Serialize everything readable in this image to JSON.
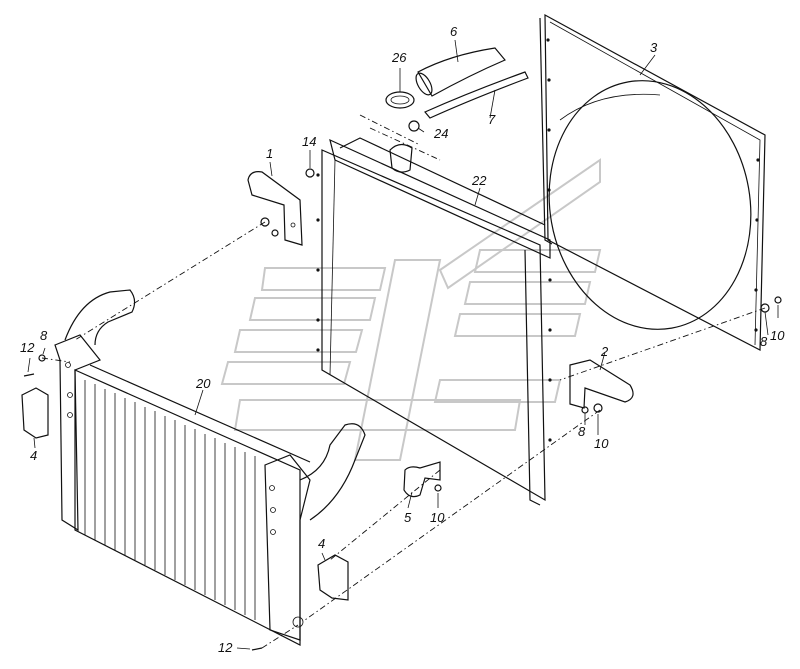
{
  "callouts": {
    "c1": "1",
    "c2": "2",
    "c3": "3",
    "c4a": "4",
    "c4b": "4",
    "c5": "5",
    "c6": "6",
    "c7": "7",
    "c8a": "8",
    "c8b": "8",
    "c8c": "8",
    "c10a": "10",
    "c10b": "10",
    "c10c": "10",
    "c12a": "12",
    "c12b": "12",
    "c14": "14",
    "c20": "20",
    "c22": "22",
    "c24": "24",
    "c26": "26"
  },
  "colors": {
    "line": "#111111",
    "watermark": "#c8c8c8",
    "background": "#ffffff"
  }
}
